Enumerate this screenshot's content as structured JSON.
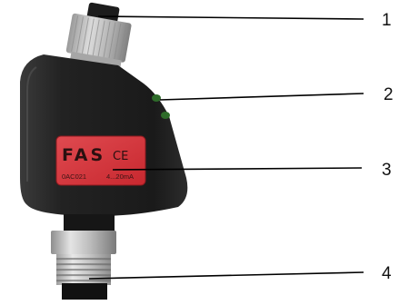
{
  "label": {
    "brand": "FAS",
    "mark": "CE",
    "code": "0AC021",
    "range": "4...20mA"
  },
  "callouts": [
    {
      "number": "1",
      "part": "cable connector"
    },
    {
      "number": "2",
      "part": "indicator LEDs"
    },
    {
      "number": "3",
      "part": "product label"
    },
    {
      "number": "4",
      "part": "threaded process connection"
    }
  ],
  "colors": {
    "body": "#1e1e1e",
    "label": "#d4343c",
    "connector": "#b8b8b8",
    "led": "#2e6b2a",
    "leader": "#000000"
  }
}
